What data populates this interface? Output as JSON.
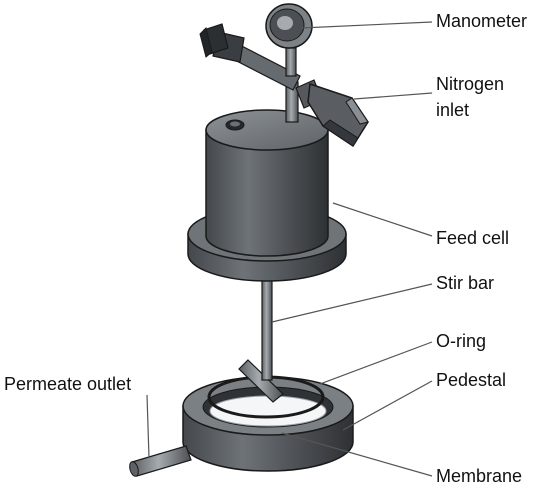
{
  "labels": {
    "manometer": "Manometer",
    "nitrogen_inlet_line1": "Nitrogen",
    "nitrogen_inlet_line2": "inlet",
    "feed_cell": "Feed cell",
    "stir_bar": "Stir bar",
    "o_ring": "O-ring",
    "pedestal": "Pedestal",
    "permeate_outlet": "Permeate outlet",
    "membrane": "Membrane"
  },
  "colors": {
    "metal_dark": "#3c3f43",
    "metal_mid": "#5e6267",
    "metal_light": "#9aa0a6",
    "membrane": "#f4f6f8",
    "line": "#1a1a1a"
  }
}
